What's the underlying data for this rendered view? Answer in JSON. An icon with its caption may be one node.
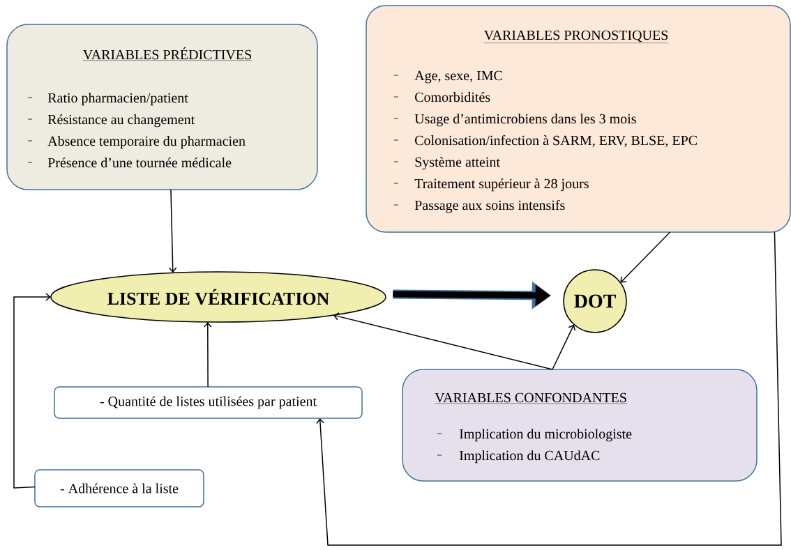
{
  "diagram": {
    "nodes": [
      {
        "text": [
          "VARIABLES PRÉDICTIVES",
          "Ratio pharmacien/patient",
          "Résistance au changement",
          "Absence temporaire du pharmacien",
          "Présence d’une tournée médicale"
        ]
      },
      {
        "text": [
          "VARIABLES PRONOSTIQUES",
          "Age, sexe, IMC",
          "Comorbidités",
          "Usage d’antimicrobiens dans les 3 mois",
          "Colonisation/infection à SARM, ERV, BLSE, EPC",
          "Système atteint",
          "Traitement supérieur à 28 jours",
          "Passage aux soins intensifs"
        ]
      },
      {
        "text": [
          "LISTE DE VÉRIFICATION"
        ]
      },
      {
        "text": [
          "DOT"
        ]
      },
      {
        "text": [
          "- Quantité de listes utilisées par patient"
        ]
      },
      {
        "text": [
          "- Adhérence à la liste"
        ]
      },
      {
        "text": [
          "VARIABLES CONFONDANTES",
          "Implication du microbiologiste",
          "Implication du CAUdAC"
        ]
      }
    ],
    "edges": [
      {
        "from": 0,
        "to": 2,
        "arrow": "to"
      },
      {
        "from": 1,
        "to": 3,
        "arrow": "to"
      },
      {
        "from": 2,
        "to": 3,
        "arrow": "to",
        "style": "thick"
      },
      {
        "from": 6,
        "to": 2,
        "arrow": "to"
      },
      {
        "from": 6,
        "to": 3,
        "arrow": "to"
      },
      {
        "from": 4,
        "to": 2,
        "arrow": "to"
      },
      {
        "from": 5,
        "to": 2,
        "arrow": "to"
      },
      {
        "from": 1,
        "to": 4,
        "arrow": "to"
      }
    ]
  }
}
